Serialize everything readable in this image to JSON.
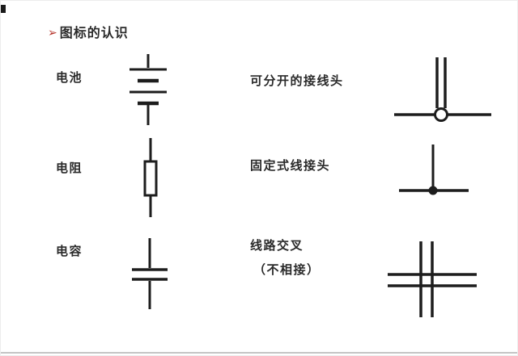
{
  "title": {
    "bullet": "➢",
    "text": "图标的认识"
  },
  "left_items": [
    {
      "label": "电池",
      "symbol": "battery"
    },
    {
      "label": "电阻",
      "symbol": "resistor"
    },
    {
      "label": "电容",
      "symbol": "capacitor"
    }
  ],
  "right_items": [
    {
      "label": "可分开的接线头",
      "symbol": "separable-junction-open-circle"
    },
    {
      "label": "固定式线接头",
      "symbol": "fixed-junction-solid-dot"
    },
    {
      "label": "线路交叉",
      "note": "（不相接）",
      "symbol": "crossing-lines-not-connected"
    }
  ],
  "colors": {
    "accent_red": "#b5342c",
    "ink": "#2a2a2a",
    "symbol_stroke": "#1d1d1d",
    "frame": "#ededed",
    "bottom_rule": "#c4c4c4"
  }
}
